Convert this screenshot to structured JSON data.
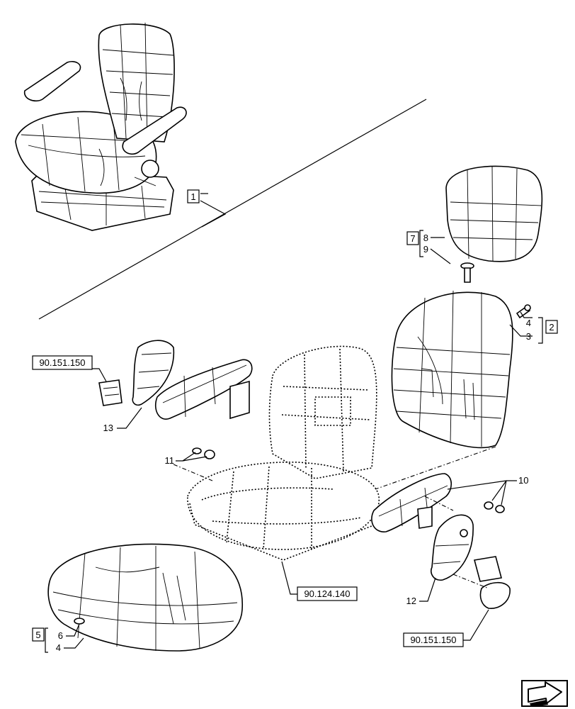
{
  "callouts": {
    "c1": "1",
    "c2": "2",
    "c3": "3",
    "c4a": "4",
    "c4b": "4",
    "c5": "5",
    "c6": "6",
    "c7": "7",
    "c8": "8",
    "c9": "9",
    "c10": "10",
    "c11": "11",
    "c12": "12",
    "c13": "13"
  },
  "references": {
    "ref_top_left": "90.151.150",
    "ref_center": "90.124.140",
    "ref_bottom_right": "90.151.150"
  },
  "icons": {
    "nav": "next-page-arrow-icon"
  }
}
